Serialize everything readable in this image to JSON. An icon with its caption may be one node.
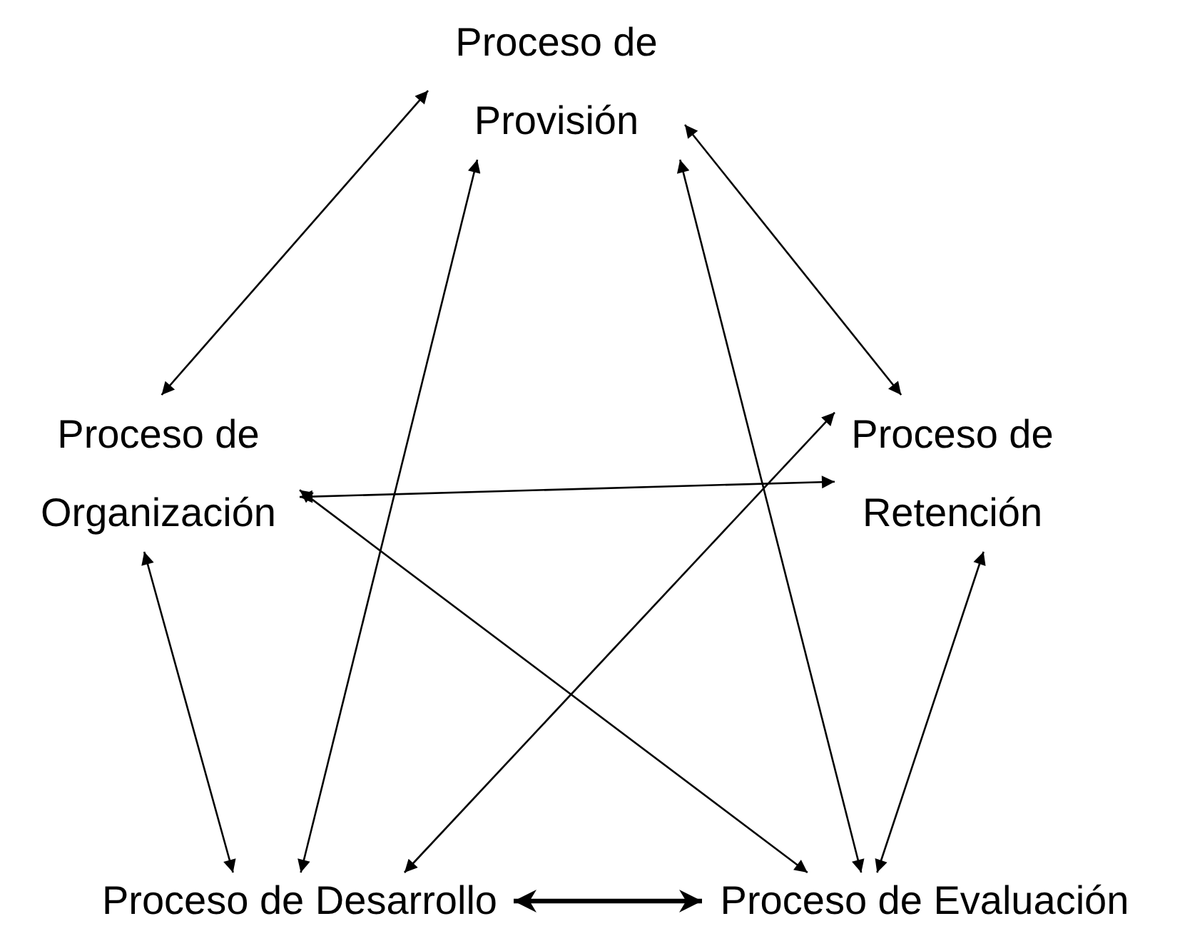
{
  "diagram": {
    "nodes": [
      {
        "text": [
          "Proceso de Provisión"
        ]
      },
      {
        "text": [
          "Proceso de Organización"
        ]
      },
      {
        "text": [
          "Proceso de Retención"
        ]
      },
      {
        "text": [
          "Proceso de Desarrollo"
        ]
      },
      {
        "text": [
          "Proceso de Evaluación"
        ]
      }
    ],
    "edges": [
      {
        "from": 0,
        "to": 1,
        "arrow": "both"
      },
      {
        "from": 0,
        "to": 3,
        "arrow": "both"
      },
      {
        "from": 0,
        "to": 2,
        "arrow": "both"
      },
      {
        "from": 0,
        "to": 4,
        "arrow": "both"
      },
      {
        "from": 1,
        "to": 2,
        "arrow": "both"
      },
      {
        "from": 1,
        "to": 4,
        "arrow": "both"
      },
      {
        "from": 1,
        "to": 3,
        "arrow": "both"
      },
      {
        "from": 3,
        "to": 2,
        "arrow": "both"
      },
      {
        "from": 2,
        "to": 4,
        "arrow": "both"
      },
      {
        "from": 3,
        "to": 4,
        "arrow": "both",
        "style": "thick"
      }
    ]
  }
}
